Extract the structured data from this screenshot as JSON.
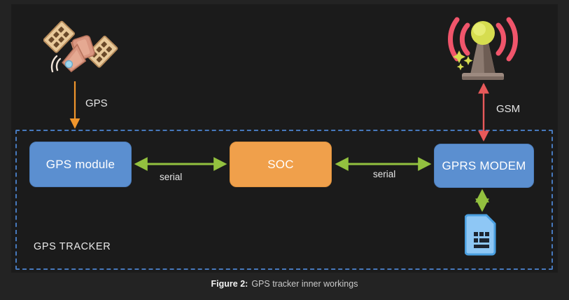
{
  "figure": {
    "caption_number": "Figure 2:",
    "caption_text": "GPS tracker inner workings",
    "background_color": "#1b1b1b",
    "page_background_color": "#232323"
  },
  "boundary": {
    "label": "GPS TRACKER",
    "style": "dashed",
    "color": "#4779bd"
  },
  "nodes": [
    {
      "id": "gps-module",
      "label": "GPS module",
      "color": "#5b8fd0",
      "shape": "rounded-rect"
    },
    {
      "id": "soc",
      "label": "SOC",
      "color": "#f0a04b",
      "shape": "rounded-rect"
    },
    {
      "id": "gprs-modem",
      "label": "GPRS MODEM",
      "color": "#5b8fd0",
      "shape": "rounded-rect"
    }
  ],
  "edges": [
    {
      "id": "satellite-to-gps-module",
      "label": "GPS",
      "color": "#f0952c",
      "direction": "one-way-down"
    },
    {
      "id": "gps-module-to-soc",
      "label": "serial",
      "color": "#93c13f",
      "direction": "two-way"
    },
    {
      "id": "soc-to-gprs-modem",
      "label": "serial",
      "color": "#93c13f",
      "direction": "two-way"
    },
    {
      "id": "tower-to-gprs-modem",
      "label": "GSM",
      "color": "#e8595a",
      "direction": "two-way"
    },
    {
      "id": "gprs-modem-to-sim",
      "label": "",
      "color": "#93c13f",
      "direction": "two-way"
    }
  ],
  "icons": [
    {
      "id": "satellite",
      "name": "satellite-icon",
      "description": "GPS satellite"
    },
    {
      "id": "cell-tower",
      "name": "cell-tower-icon",
      "description": "GSM cellular tower"
    },
    {
      "id": "sim-card",
      "name": "sim-card-icon",
      "description": "SIM card"
    }
  ]
}
